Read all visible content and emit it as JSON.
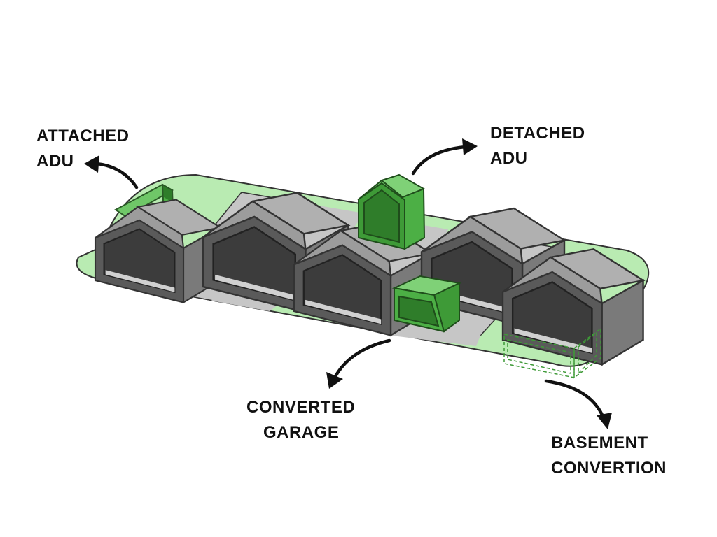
{
  "labels": {
    "attached": {
      "line1": "ATTACHED",
      "line2": "ADU"
    },
    "detached": {
      "line1": "DETACHED",
      "line2": "ADU"
    },
    "garage": {
      "line1": "CONVERTED",
      "line2": "GARAGE"
    },
    "basement": {
      "line1": "BASEMENT",
      "line2": "CONVERTION"
    }
  },
  "colors": {
    "lot_green": "#b9ebb2",
    "lot_gray": "#c2c2c2",
    "house_dark": "#4d4d4d",
    "house_roof": "#a9a9a9",
    "house_side": "#7a7a7a",
    "adu_green": "#4caf45",
    "adu_dark": "#2f7d2a",
    "arrow": "#111111"
  }
}
